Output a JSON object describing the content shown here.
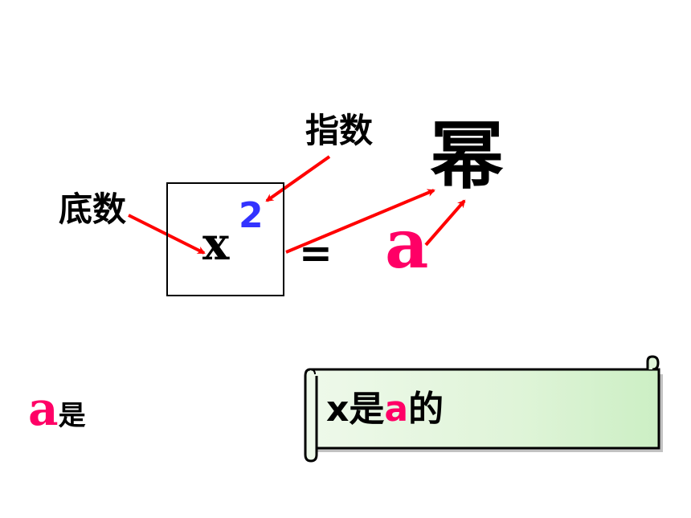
{
  "diagram": {
    "base": "x",
    "exponent": "2",
    "equals": "=",
    "power_value": "a",
    "label_exponent": "指数",
    "label_base": "底数",
    "label_power": "幂"
  },
  "bottom_left": {
    "a": "a",
    "text": "是"
  },
  "scroll": {
    "prefix": "x是",
    "a": "a",
    "suffix": "的"
  },
  "colors": {
    "arrow": "#ff0000",
    "exponent": "#3333ff",
    "highlight": "#ff0066",
    "scroll_fill": "#e6f7e0"
  }
}
